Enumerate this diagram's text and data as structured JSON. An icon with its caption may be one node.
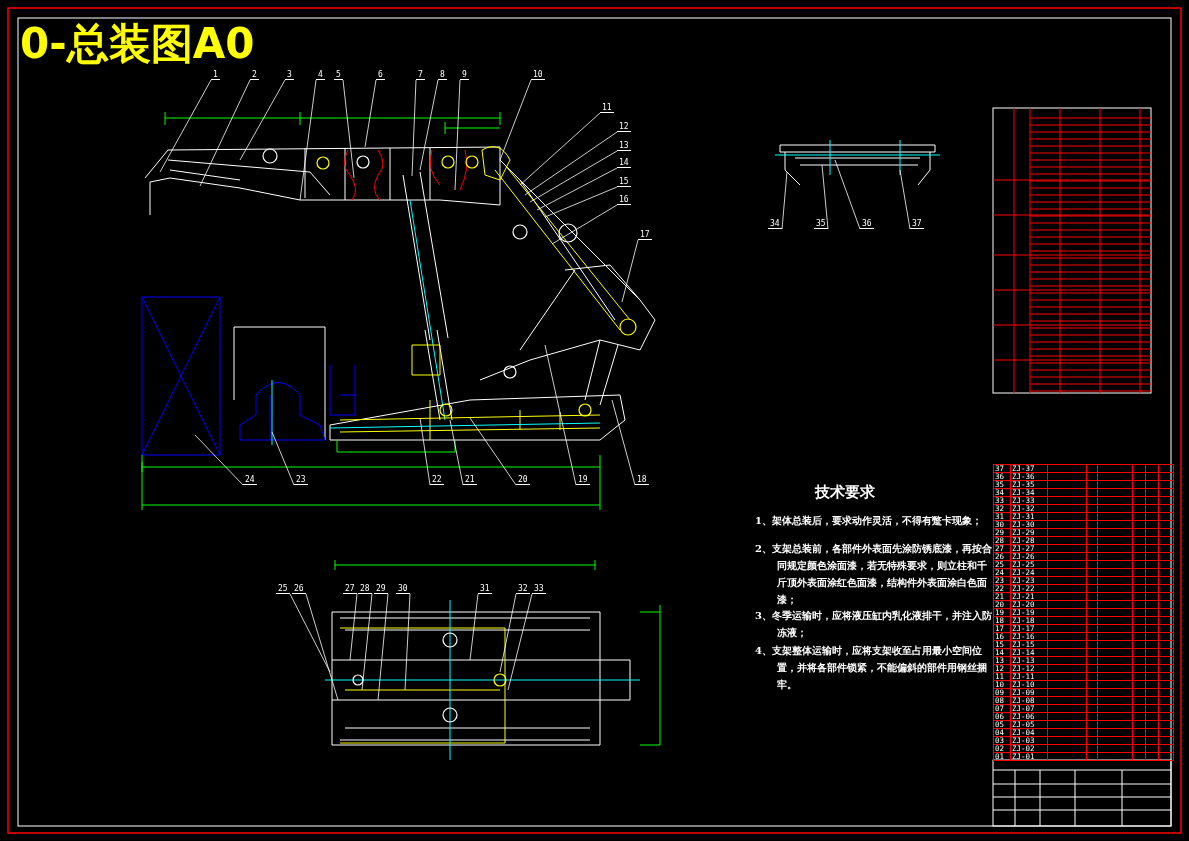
{
  "diagram": {
    "title": "0-总装图A0",
    "nodes": [
      {
        "text": [
          "1"
        ]
      },
      {
        "text": [
          "2"
        ]
      },
      {
        "text": [
          "3"
        ]
      },
      {
        "text": [
          "4"
        ]
      },
      {
        "text": [
          "5"
        ]
      },
      {
        "text": [
          "6"
        ]
      },
      {
        "text": [
          "7"
        ]
      },
      {
        "text": [
          "8"
        ]
      },
      {
        "text": [
          "9"
        ]
      },
      {
        "text": [
          "10"
        ]
      },
      {
        "text": [
          "11"
        ]
      },
      {
        "text": [
          "12"
        ]
      },
      {
        "text": [
          "13"
        ]
      },
      {
        "text": [
          "14"
        ]
      },
      {
        "text": [
          "15"
        ]
      },
      {
        "text": [
          "16"
        ]
      },
      {
        "text": [
          "17"
        ]
      },
      {
        "text": [
          "18"
        ]
      },
      {
        "text": [
          "19"
        ]
      },
      {
        "text": [
          "20"
        ]
      },
      {
        "text": [
          "21"
        ]
      },
      {
        "text": [
          "22"
        ]
      },
      {
        "text": [
          "23"
        ]
      },
      {
        "text": [
          "24"
        ]
      },
      {
        "text": [
          "25"
        ]
      },
      {
        "text": [
          "26"
        ]
      },
      {
        "text": [
          "27"
        ]
      },
      {
        "text": [
          "28"
        ]
      },
      {
        "text": [
          "29"
        ]
      },
      {
        "text": [
          "30"
        ]
      },
      {
        "text": [
          "31"
        ]
      },
      {
        "text": [
          "32"
        ]
      },
      {
        "text": [
          "33"
        ]
      },
      {
        "text": [
          "34"
        ]
      },
      {
        "text": [
          "35"
        ]
      },
      {
        "text": [
          "36"
        ]
      },
      {
        "text": [
          "37"
        ]
      }
    ],
    "edges": [
      {
        "from": 0,
        "to": null,
        "arrow": "none"
      },
      {
        "from": 1,
        "to": null,
        "arrow": "none"
      },
      {
        "from": 2,
        "to": null,
        "arrow": "none"
      },
      {
        "from": 3,
        "to": null,
        "arrow": "none"
      },
      {
        "from": 4,
        "to": null,
        "arrow": "none"
      },
      {
        "from": 5,
        "to": null,
        "arrow": "none"
      },
      {
        "from": 6,
        "to": null,
        "arrow": "none"
      },
      {
        "from": 7,
        "to": null,
        "arrow": "none"
      },
      {
        "from": 8,
        "to": null,
        "arrow": "none"
      },
      {
        "from": 9,
        "to": null,
        "arrow": "none"
      },
      {
        "from": 10,
        "to": null,
        "arrow": "none"
      },
      {
        "from": 11,
        "to": null,
        "arrow": "none"
      },
      {
        "from": 12,
        "to": null,
        "arrow": "none"
      },
      {
        "from": 13,
        "to": null,
        "arrow": "none"
      },
      {
        "from": 14,
        "to": null,
        "arrow": "none"
      },
      {
        "from": 15,
        "to": null,
        "arrow": "none"
      },
      {
        "from": 16,
        "to": null,
        "arrow": "none"
      },
      {
        "from": 17,
        "to": null,
        "arrow": "none"
      },
      {
        "from": 18,
        "to": null,
        "arrow": "none"
      },
      {
        "from": 19,
        "to": null,
        "arrow": "none"
      },
      {
        "from": 20,
        "to": null,
        "arrow": "none"
      },
      {
        "from": 21,
        "to": null,
        "arrow": "none"
      },
      {
        "from": 22,
        "to": null,
        "arrow": "none"
      },
      {
        "from": 23,
        "to": null,
        "arrow": "none"
      },
      {
        "from": 24,
        "to": null,
        "arrow": "none"
      },
      {
        "from": 25,
        "to": null,
        "arrow": "none"
      },
      {
        "from": 26,
        "to": null,
        "arrow": "none"
      },
      {
        "from": 27,
        "to": null,
        "arrow": "none"
      },
      {
        "from": 28,
        "to": null,
        "arrow": "none"
      },
      {
        "from": 29,
        "to": null,
        "arrow": "none"
      },
      {
        "from": 30,
        "to": null,
        "arrow": "none"
      },
      {
        "from": 31,
        "to": null,
        "arrow": "none"
      },
      {
        "from": 32,
        "to": null,
        "arrow": "none"
      },
      {
        "from": 33,
        "to": null,
        "arrow": "none"
      },
      {
        "from": 34,
        "to": null,
        "arrow": "none"
      },
      {
        "from": 35,
        "to": null,
        "arrow": "none"
      },
      {
        "from": 36,
        "to": null,
        "arrow": "none"
      }
    ],
    "labels": [
      "技术要求",
      "1、架体总装后，要求动作灵活，不得有蹩卡现象；",
      "2、支架总装前，各部件外表面先涂防锈底漆，再按合同规定颜色涂面漆，若无特殊要求，则立柱和千斤顶外表面涂红色面漆，结构件外表面涂白色面漆；",
      "3、冬季运输时，应将液压缸内乳化液排干，并注入防冻液；",
      "4、支架整体运输时，应将支架收至占用最小空间位置，并将各部件锁紧，不能偏斜的部件用钢丝捆牢。",
      "37",
      "ZJ-37",
      "36",
      "ZJ-36",
      "35",
      "ZJ-35",
      "34",
      "ZJ-34",
      "33",
      "ZJ-33",
      "32",
      "ZJ-32",
      "31",
      "ZJ-31",
      "30",
      "ZJ-30",
      "29",
      "ZJ-29",
      "28",
      "ZJ-28",
      "27",
      "ZJ-27",
      "26",
      "ZJ-26",
      "25",
      "ZJ-25",
      "24",
      "ZJ-24",
      "23",
      "ZJ-23",
      "22",
      "ZJ-22",
      "21",
      "ZJ-21",
      "20",
      "ZJ-20",
      "19",
      "ZJ-19",
      "18",
      "ZJ-18",
      "17",
      "ZJ-17",
      "16",
      "ZJ-16",
      "15",
      "ZJ-15",
      "14",
      "ZJ-14",
      "13",
      "ZJ-13",
      "12",
      "ZJ-12",
      "11",
      "ZJ-11",
      "10",
      "ZJ-10",
      "09",
      "ZJ-09",
      "08",
      "ZJ-08",
      "07",
      "ZJ-07",
      "06",
      "ZJ-06",
      "05",
      "ZJ-05",
      "04",
      "ZJ-04",
      "03",
      "ZJ-03",
      "02",
      "ZJ-02",
      "01",
      "ZJ-01"
    ]
  }
}
